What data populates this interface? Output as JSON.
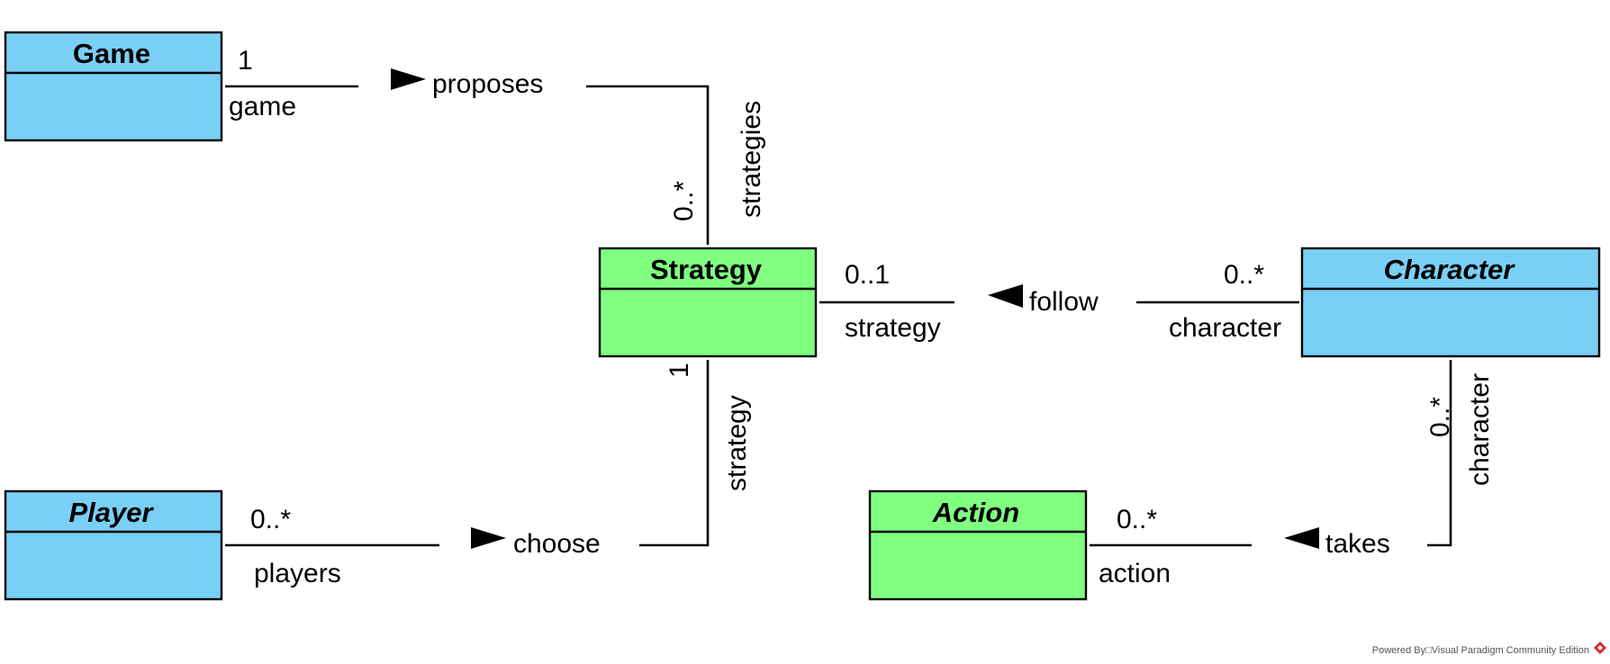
{
  "colors": {
    "entity_blue": "#7acff5",
    "entity_green": "#80ff80",
    "line": "#000000",
    "logo_red": "#d9262c"
  },
  "classes": {
    "game": {
      "name": "Game",
      "abstract": false,
      "color": "blue"
    },
    "strategy": {
      "name": "Strategy",
      "abstract": false,
      "color": "green"
    },
    "character": {
      "name": "Character",
      "abstract": true,
      "color": "blue"
    },
    "player": {
      "name": "Player",
      "abstract": true,
      "color": "blue"
    },
    "action": {
      "name": "Action",
      "abstract": true,
      "color": "green"
    }
  },
  "associations": {
    "proposes": {
      "name": "proposes",
      "direction_icon": "right-triangle-icon",
      "from": "Game",
      "to": "Strategy",
      "from_mult": "1",
      "from_role": "game",
      "to_mult": "0..*",
      "to_role": "strategies"
    },
    "follow": {
      "name": "follow",
      "direction_icon": "left-triangle-icon",
      "from": "Strategy",
      "to": "Character",
      "from_mult": "0..1",
      "from_role": "strategy",
      "to_mult": "0..*",
      "to_role": "character"
    },
    "choose": {
      "name": "choose",
      "direction_icon": "right-triangle-icon",
      "from": "Player",
      "to": "Strategy",
      "from_mult": "0..*",
      "from_role": "players",
      "to_mult": "1",
      "to_role": "strategy"
    },
    "takes": {
      "name": "takes",
      "direction_icon": "left-triangle-icon",
      "from": "Action",
      "to": "Character",
      "from_mult": "0..*",
      "from_role": "action",
      "to_mult": "0..*",
      "to_role": "character"
    }
  },
  "watermark": {
    "text": "Powered By□Visual Paradigm Community Edition",
    "logo_icon": "visual-paradigm-logo-icon"
  }
}
